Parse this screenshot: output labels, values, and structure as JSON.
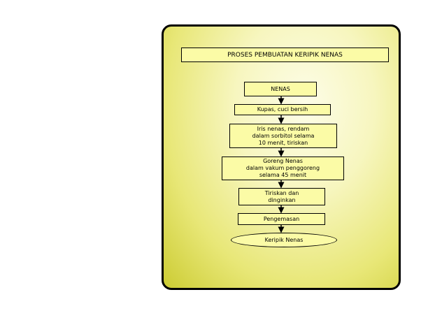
{
  "title": "PROSES PEMBUATAN KERIPIK NENAS",
  "steps": [
    "NENAS",
    "Kupas, cuci bersih",
    "Iris nenas, rendam\ndalam sorbitol selama\n10 menit, tiriskan",
    "Goreng Nenas\ndalam vakum penggoreng\nselama 45 menit",
    "Tiriskan dan\ndinginkan",
    "Pengemasan",
    "Keripik Nenas"
  ],
  "colors": {
    "panel_edge": "#cccc33",
    "box_fill": "#fbfba6"
  }
}
